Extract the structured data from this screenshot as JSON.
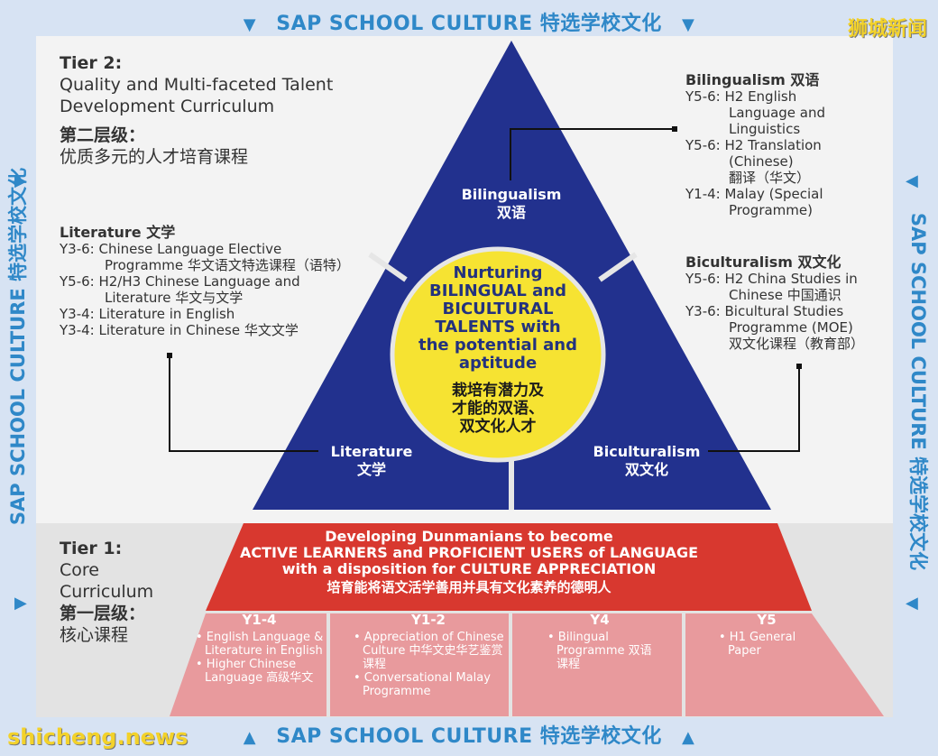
{
  "banner": {
    "text": "SAP SCHOOL CULTURE  特选学校文化",
    "left_marker": "▼",
    "right_marker": "▼",
    "bottom_left_marker": "▲",
    "bottom_right_marker": "▲"
  },
  "side_banner": {
    "text": "SAP SCHOOL CULTURE  特选学校文化"
  },
  "watermark": {
    "cn": "狮城新闻",
    "en": "shicheng.news"
  },
  "tier2": {
    "title": "Tier 2:",
    "subtitle_line1": "Quality and Multi-faceted Talent",
    "subtitle_line2": "Development Curriculum",
    "cn_title": "第二层级：",
    "cn_subtitle": "优质多元的人才培育课程"
  },
  "literature": {
    "heading": "Literature 文学",
    "items": [
      [
        "Y3-6: Chinese Language Elective",
        "Programme 华文语文特选课程（语特）"
      ],
      [
        "Y5-6: H2/H3 Chinese Language and",
        "Literature 华文与文学"
      ],
      [
        "Y3-4: Literature in English"
      ],
      [
        "Y3-4: Literature in Chinese 华文文学"
      ]
    ]
  },
  "bilingualism": {
    "heading": "Bilingualism 双语",
    "items": [
      [
        "Y5-6: H2 English",
        "Language and",
        "Linguistics"
      ],
      [
        "Y5-6: H2 Translation",
        "(Chinese)",
        "翻译（华文）"
      ],
      [
        "Y1-4: Malay (Special",
        "Programme)"
      ]
    ]
  },
  "biculturalism": {
    "heading": "Biculturalism 双文化",
    "items": [
      [
        "Y5-6: H2 China Studies in",
        "Chinese 中国通识"
      ],
      [
        "Y3-6: Bicultural Studies",
        "Programme (MOE)",
        "双文化课程（教育部）"
      ]
    ]
  },
  "pyramid": {
    "top_en": "Bilingualism",
    "top_cn": "双语",
    "left_en": "Literature",
    "left_cn": "文学",
    "right_en": "Biculturalism",
    "right_cn": "双文化",
    "center_en": [
      "Nurturing",
      "BILINGUAL and",
      "BICULTURAL",
      "TALENTS with",
      "the potential and",
      "aptitude"
    ],
    "center_cn": [
      "栽培有潜力及",
      "才能的双语、",
      "双文化人才"
    ]
  },
  "tier1": {
    "title": "Tier 1:",
    "sub1": "Core",
    "sub2": "Curriculum",
    "cn_title": "第一层级：",
    "cn_sub": "核心课程",
    "band": [
      "Developing Dunmanians to become",
      "ACTIVE LEARNERS and PROFICIENT USERS of LANGUAGE",
      "with a disposition for CULTURE APPRECIATION",
      "培育能将语文活学善用并具有文化素养的德明人"
    ],
    "columns": [
      {
        "head": "Y1-4",
        "items": [
          "• English Language & Literature in English",
          "• Higher Chinese Language 高级华文"
        ]
      },
      {
        "head": "Y1-2",
        "items": [
          "• Appreciation of Chinese Culture 中华文史华艺鉴赏课程",
          "• Conversational Malay Programme"
        ]
      },
      {
        "head": "Y4",
        "items": [
          "• Bilingual Programme 双语课程"
        ]
      },
      {
        "head": "Y5",
        "items": [
          "• H1 General Paper"
        ]
      }
    ]
  },
  "colors": {
    "navy": "#22318e",
    "yellow": "#f6e332",
    "red": "#d8382f",
    "pink": "#e89a9d",
    "banner_blue": "#2f88c8"
  }
}
